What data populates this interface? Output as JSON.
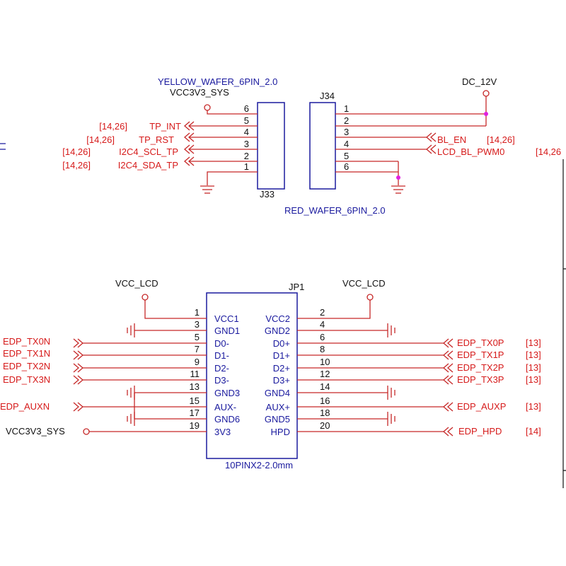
{
  "colors": {
    "wire": "#c62828",
    "net": "#d61a1a",
    "part": "#1a1a9e",
    "junction": "#e020e0",
    "pin": "#111111"
  },
  "j33": {
    "ref": "J33",
    "value": "YELLOW_WAFER_6PIN_2.0",
    "power": "VCC3V3_SYS",
    "pins": [
      "6",
      "5",
      "4",
      "3",
      "2",
      "1"
    ],
    "nets": [
      {
        "name": "TP_INT",
        "ref": "[14,26]"
      },
      {
        "name": "TP_RST",
        "ref": "[14,26]"
      },
      {
        "name": "I2C4_SCL_TP",
        "ref": "[14,26]"
      },
      {
        "name": "I2C4_SDA_TP",
        "ref": "[14,26]"
      }
    ]
  },
  "j34": {
    "ref": "J34",
    "value": "RED_WAFER_6PIN_2.0",
    "power": "DC_12V",
    "pins": [
      "1",
      "2",
      "3",
      "4",
      "5",
      "6"
    ],
    "nets": [
      {
        "name": "BL_EN",
        "ref": "[14,26]"
      },
      {
        "name": "LCD_BL_PWM0",
        "ref": "[14,26"
      }
    ]
  },
  "jp1": {
    "ref": "JP1",
    "value": "10PINX2-2.0mm",
    "power_left": "VCC_LCD",
    "power_right": "VCC_LCD",
    "left_pins": [
      "1",
      "3",
      "5",
      "7",
      "9",
      "11",
      "13",
      "15",
      "17",
      "19"
    ],
    "left_names": [
      "VCC1",
      "GND1",
      "D0-",
      "D1-",
      "D2-",
      "D3-",
      "GND3",
      "AUX-",
      "GND6",
      "3V3"
    ],
    "right_pins": [
      "2",
      "4",
      "6",
      "8",
      "10",
      "12",
      "14",
      "16",
      "18",
      "20"
    ],
    "right_names": [
      "VCC2",
      "GND2",
      "D0+",
      "D1+",
      "D2+",
      "D3+",
      "GND4",
      "AUX+",
      "GND5",
      "HPD"
    ],
    "left_nets": [
      "EDP_TX0N",
      "EDP_TX1N",
      "EDP_TX2N",
      "EDP_TX3N",
      "EDP_AUXN",
      "VCC3V3_SYS"
    ],
    "right_nets": [
      {
        "name": "EDP_TX0P",
        "ref": "[13]"
      },
      {
        "name": "EDP_TX1P",
        "ref": "[13]"
      },
      {
        "name": "EDP_TX2P",
        "ref": "[13]"
      },
      {
        "name": "EDP_TX3P",
        "ref": "[13]"
      },
      {
        "name": "EDP_AUXP",
        "ref": "[13]"
      },
      {
        "name": "EDP_HPD",
        "ref": "[14]"
      }
    ]
  }
}
